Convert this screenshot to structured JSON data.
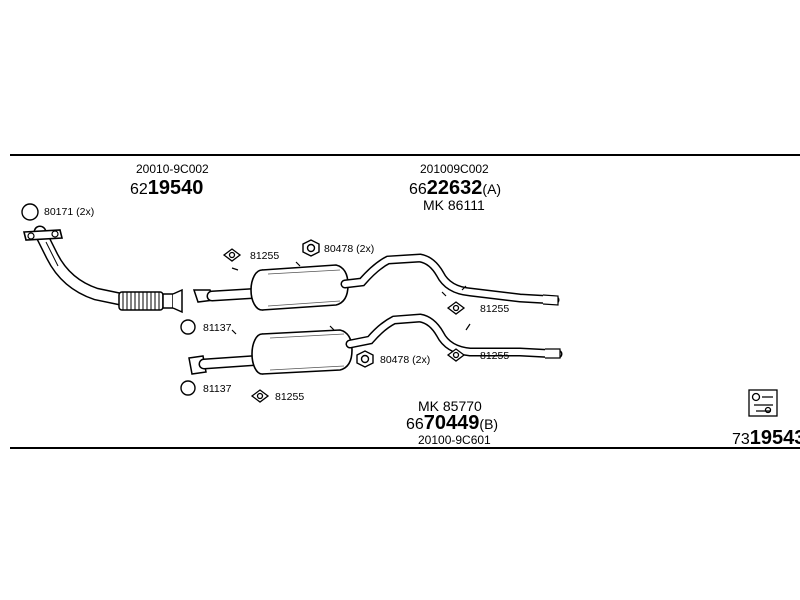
{
  "labels": {
    "left_oe": "20010-9C002",
    "left_prefix": "62",
    "left_number": "19540",
    "center_oe": "201009C002",
    "center_prefix": "66",
    "center_number": "22632",
    "center_suffix": "(A)",
    "center_kit": "MK  86111",
    "bottom_kit": "MK  85770",
    "bottom_prefix": "66",
    "bottom_number": "70449",
    "bottom_suffix": "(B)",
    "bottom_oe": "20100-9C601",
    "right_prefix": "73",
    "right_number": "19543"
  },
  "parts": {
    "p80171": "80171 (2x)",
    "p81255_top": "81255",
    "p80478_top": "80478 (2x)",
    "p81255_right_top": "81255",
    "p81137_mid": "81137",
    "p80478_bottom": "80478 (2x)",
    "p81255_right_bottom": "81255",
    "p81137_bottom": "81137",
    "p81255_bottom": "81255"
  },
  "icons": [
    "nut-washer-icon",
    "gasket-icon",
    "clamp-icon",
    "hanger-icon",
    "exhaust-kit-icon"
  ]
}
